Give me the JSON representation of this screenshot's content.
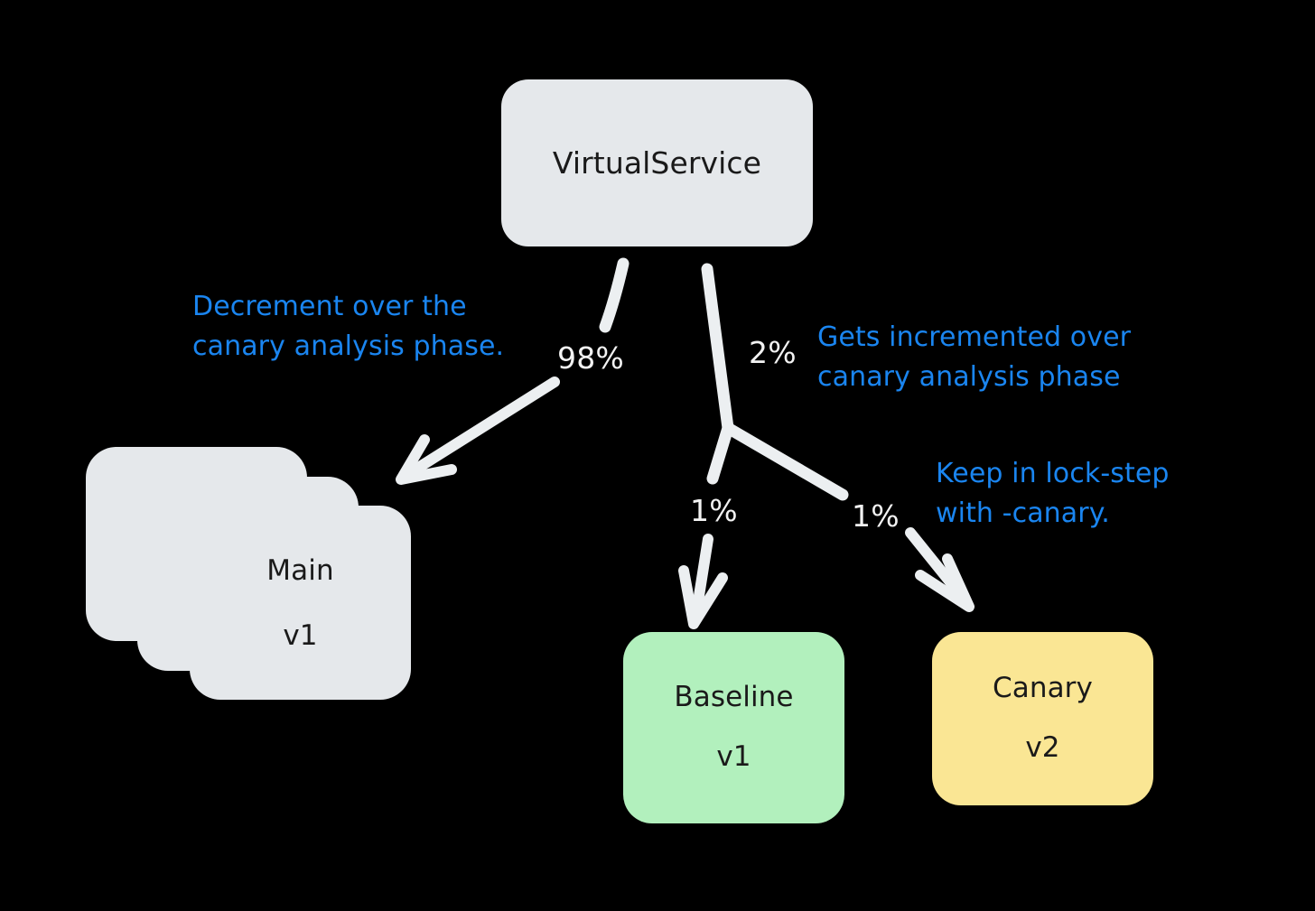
{
  "diagram": {
    "title": "Istio canary traffic-splitting diagram",
    "background_color": "#000000",
    "nodes": {
      "virtualservice": {
        "label": "VirtualService",
        "color": "#e5e8eb"
      },
      "main": {
        "label": "Main",
        "version": "v1",
        "color": "#e5e8eb",
        "stacked": true
      },
      "baseline": {
        "label": "Baseline",
        "version": "v1",
        "color": "#b2f0bd"
      },
      "canary": {
        "label": "Canary",
        "version": "v2",
        "color": "#fae694"
      }
    },
    "weights": {
      "main": "98%",
      "canary_total": "2%",
      "baseline": "1%",
      "canary": "1%"
    },
    "annotations": {
      "decrement": "Decrement over the\ncanary analysis phase.",
      "increment": "Gets incremented over\ncanary analysis phase",
      "lockstep": "Keep in lock-step\nwith -canary."
    },
    "colors": {
      "annotation_blue": "#1a85f0",
      "arrow_white": "#eceff1",
      "node_text": "#1a1a1a",
      "percent_white": "#f2f2f2"
    }
  }
}
